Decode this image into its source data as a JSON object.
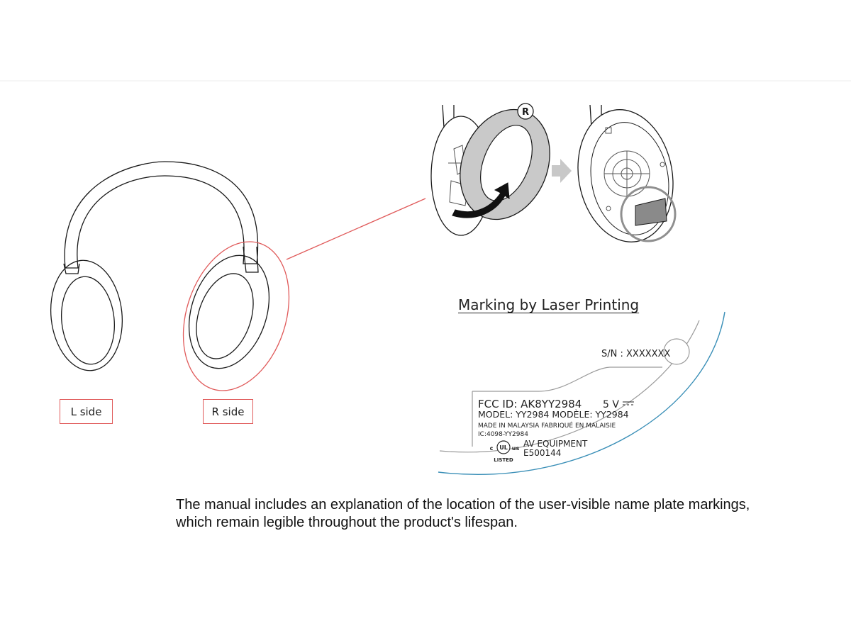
{
  "diagram": {
    "left_label": "L side",
    "right_label": "R side",
    "right_marker": "R",
    "section_title": "Marking by Laser Printing"
  },
  "nameplate": {
    "serial": "S/N : XXXXXXX",
    "fcc": "FCC ID: AK8YY2984",
    "power": "5 V",
    "model": "MODEL: YY2984  MODÈLE: YY2984",
    "origin": "MADE IN MALAYSIA   FABRIQUÉ EN MALAISIE",
    "ic": "IC:4098-YY2984",
    "ul_c": "c",
    "ul_mark": "UL",
    "ul_us": "us",
    "ul_listed": "LISTED",
    "equipment": "AV EQUIPMENT",
    "file_no": "E500144"
  },
  "caption": {
    "line1": "The manual includes an explanation of the location of the user-visible name plate markings,",
    "line2": "which remain legible throughout the product's lifespan."
  },
  "colors": {
    "outline": "#1a1a1a",
    "highlight": "#e05a5a",
    "pad_gray": "#c9c9c9",
    "label_line": "#3a8fb7"
  }
}
